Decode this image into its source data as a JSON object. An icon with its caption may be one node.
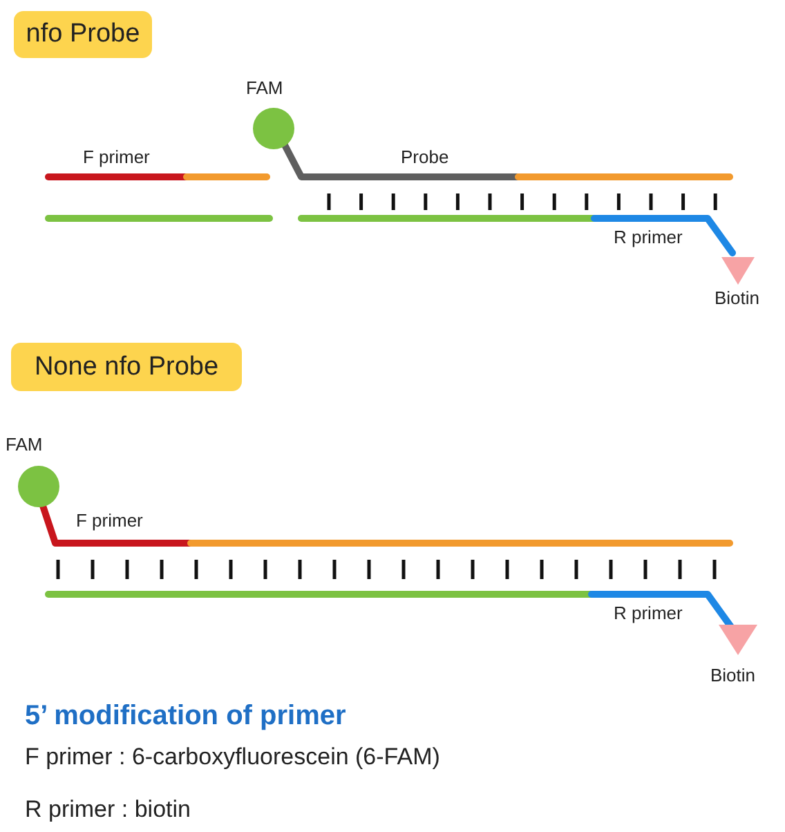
{
  "diagram": {
    "nodes": [
      {
        "text": [
          "nfo Probe"
        ]
      },
      {
        "text": [
          "None nfo Probe"
        ]
      }
    ],
    "labels": [
      "FAM",
      "F primer",
      "Probe",
      "R primer",
      "Biotin",
      "FAM",
      "F primer",
      "R primer",
      "Biotin",
      "5’ modification of primer",
      "F primer : 6-carboxyfluorescein (6-FAM)",
      "R primer : biotin"
    ]
  }
}
